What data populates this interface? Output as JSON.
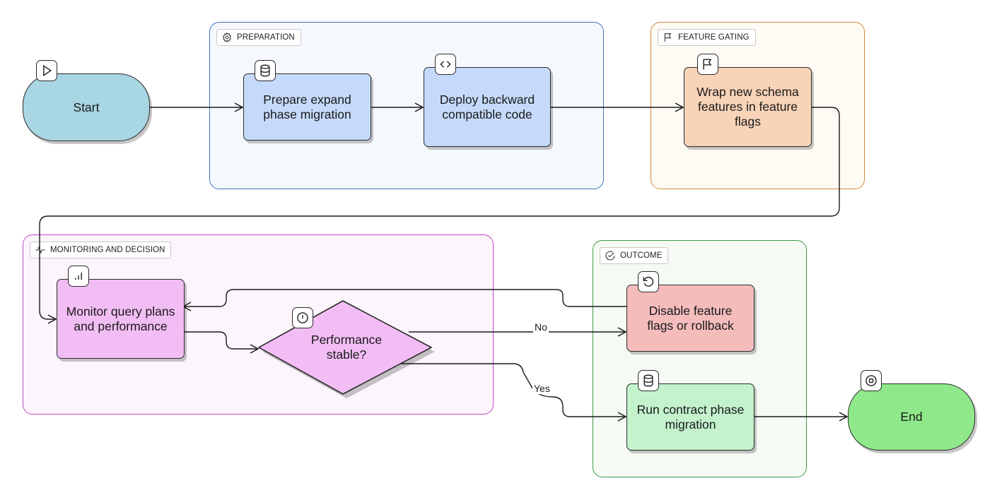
{
  "groups": {
    "preparation": {
      "label": "PREPARATION"
    },
    "feature_gating": {
      "label": "FEATURE GATING"
    },
    "monitoring": {
      "label": "MONITORING AND DECISION"
    },
    "outcome": {
      "label": "OUTCOME"
    }
  },
  "nodes": {
    "start": {
      "label": "Start",
      "icon": "play-icon"
    },
    "prepare": {
      "label": "Prepare expand phase migration",
      "icon": "database-icon"
    },
    "deploy": {
      "label": "Deploy backward compatible code",
      "icon": "code-icon"
    },
    "wrap": {
      "label": "Wrap new schema features in feature flags",
      "icon": "flag-icon"
    },
    "monitor": {
      "label": "Monitor query plans and performance",
      "icon": "bar-chart-icon"
    },
    "decision": {
      "label": "Performance stable?",
      "icon": "alert-circle-icon"
    },
    "disable": {
      "label": "Disable feature flags or rollback",
      "icon": "rotate-ccw-icon"
    },
    "contract": {
      "label": "Run contract phase migration",
      "icon": "database-icon"
    },
    "end": {
      "label": "End",
      "icon": "stop-circle-icon"
    }
  },
  "edges": {
    "no_label": "No",
    "yes_label": "Yes"
  },
  "colors": {
    "preparation_border": "#3f73c4",
    "preparation_fill": "#f5f8fd",
    "feature_border": "#d28a3a",
    "feature_fill": "#fdfbf4",
    "monitoring_border": "#c04ac4",
    "monitoring_fill": "#fcf5fc",
    "outcome_border": "#3f9a4a",
    "outcome_fill": "#f5fbf4",
    "terminal_start": "#a8d6e2",
    "blue_node": "#c5dafa",
    "orange_node": "#f8d3b8",
    "purple_node": "#f2bdf4",
    "red_node": "#f5bcbc",
    "green_node": "#c3f2cd",
    "terminal_end": "#8fe98a"
  }
}
